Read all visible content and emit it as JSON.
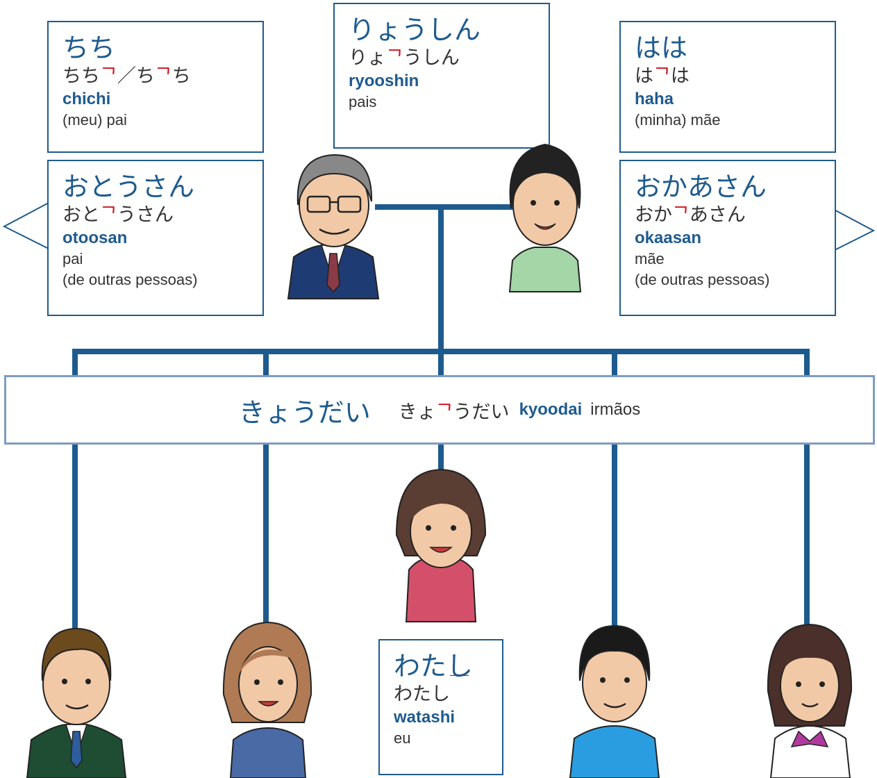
{
  "boxes": {
    "chichi": {
      "title": "ちち",
      "acc_pre": "ちち",
      "acc_mid": "／ち",
      "acc_post": "ち",
      "romaji": "chichi",
      "gloss": "(meu) pai"
    },
    "otousan": {
      "title": "おとうさん",
      "acc_pre": "おと",
      "acc_post": "うさん",
      "romaji": "otoosan",
      "gloss1": "pai",
      "gloss2": "(de outras pessoas)"
    },
    "ryoushin": {
      "title": "りょうしん",
      "acc_pre": "りょ",
      "acc_post": "うしん",
      "romaji": "ryooshin",
      "gloss": "pais"
    },
    "haha": {
      "title": "はは",
      "acc_pre": "は",
      "acc_post": "は",
      "romaji": "haha",
      "gloss": "(minha) mãe"
    },
    "okaasan": {
      "title": "おかあさん",
      "acc_pre": "おか",
      "acc_post": "あさん",
      "romaji": "okaasan",
      "gloss1": "mãe",
      "gloss2": "(de outras pessoas)"
    },
    "watashi": {
      "title": "わたし",
      "acc_pre": "わたし",
      "romaji": "watashi",
      "gloss": "eu"
    }
  },
  "kyoudai": {
    "title": "きょうだい",
    "acc_pre": "きょ",
    "acc_post": "うだい",
    "romaji": "kyoodai",
    "gloss": "irmãos"
  },
  "colors": {
    "line": "#1d5b8e",
    "accent": "#d0121b",
    "banner_border": "#7e9cc0"
  }
}
